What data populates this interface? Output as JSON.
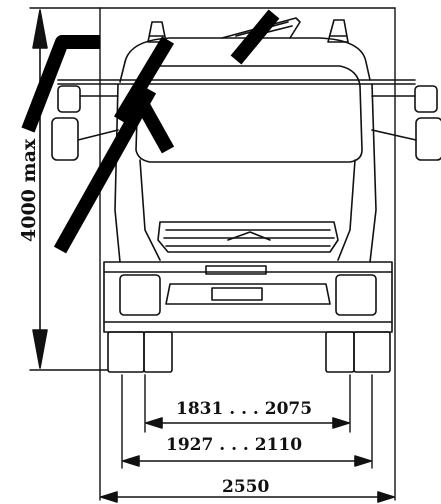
{
  "dimensions": {
    "height_max": "4000 max",
    "track_rear": "1831 . . . 2075",
    "track_front": "1927 . . . 2110",
    "overall_width": "2550"
  },
  "colors": {
    "line": "#111111",
    "background": "#ffffff"
  }
}
